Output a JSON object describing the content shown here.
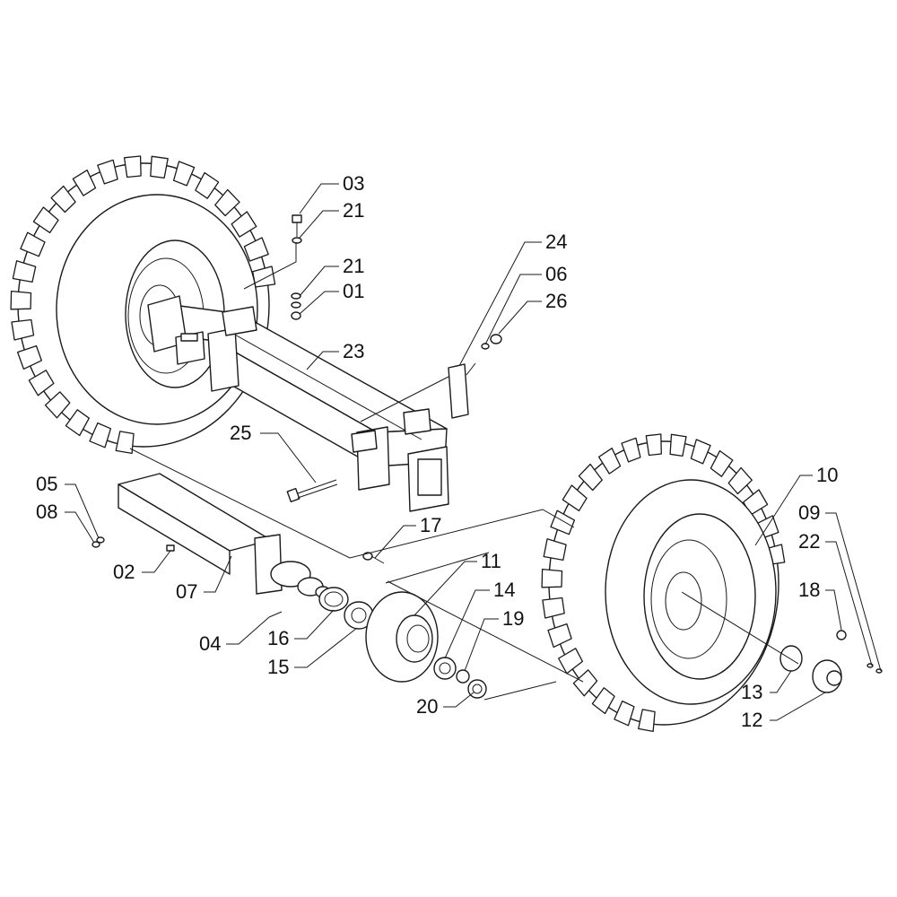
{
  "callouts": [
    {
      "id": "c03",
      "label": "03"
    },
    {
      "id": "c21a",
      "label": "21"
    },
    {
      "id": "c21b",
      "label": "21"
    },
    {
      "id": "c01",
      "label": "01"
    },
    {
      "id": "c24",
      "label": "24"
    },
    {
      "id": "c06",
      "label": "06"
    },
    {
      "id": "c26",
      "label": "26"
    },
    {
      "id": "c23",
      "label": "23"
    },
    {
      "id": "c25",
      "label": "25"
    },
    {
      "id": "c05",
      "label": "05"
    },
    {
      "id": "c08",
      "label": "08"
    },
    {
      "id": "c02",
      "label": "02"
    },
    {
      "id": "c07",
      "label": "07"
    },
    {
      "id": "c04",
      "label": "04"
    },
    {
      "id": "c16",
      "label": "16"
    },
    {
      "id": "c15",
      "label": "15"
    },
    {
      "id": "c17",
      "label": "17"
    },
    {
      "id": "c11",
      "label": "11"
    },
    {
      "id": "c14",
      "label": "14"
    },
    {
      "id": "c19",
      "label": "19"
    },
    {
      "id": "c20",
      "label": "20"
    },
    {
      "id": "c10",
      "label": "10"
    },
    {
      "id": "c09",
      "label": "09"
    },
    {
      "id": "c22",
      "label": "22"
    },
    {
      "id": "c18",
      "label": "18"
    },
    {
      "id": "c13",
      "label": "13"
    },
    {
      "id": "c12",
      "label": "12"
    }
  ]
}
